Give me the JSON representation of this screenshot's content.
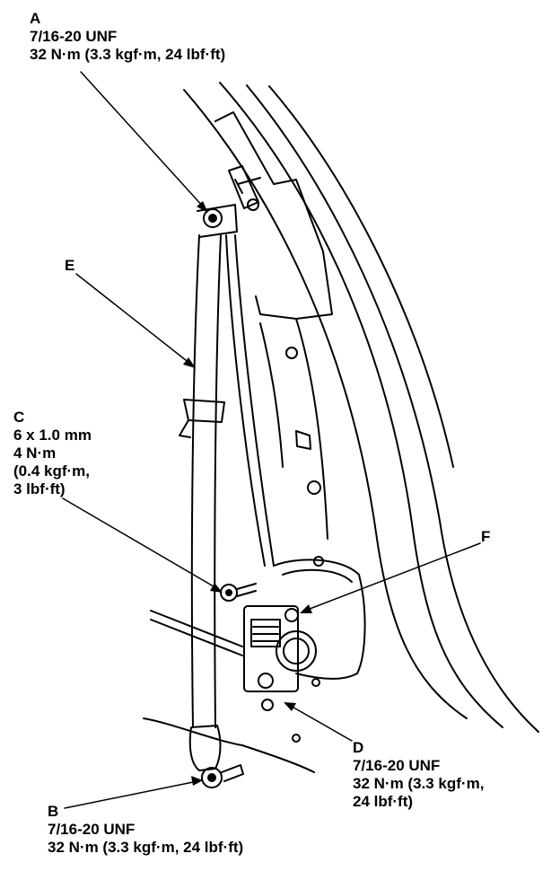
{
  "callouts": {
    "A": {
      "letter": "A",
      "lines": [
        "7/16-20 UNF",
        "32 N·m (3.3 kgf·m, 24 lbf·ft)"
      ]
    },
    "B": {
      "letter": "B",
      "lines": [
        "7/16-20 UNF",
        "32 N·m (3.3 kgf·m, 24 lbf·ft)"
      ]
    },
    "C": {
      "letter": "C",
      "lines": [
        "6 x 1.0 mm",
        "4 N·m",
        "(0.4 kgf·m,",
        "3 lbf·ft)"
      ]
    },
    "D": {
      "letter": "D",
      "lines": [
        "7/16-20 UNF",
        "32 N·m (3.3 kgf·m,",
        "24 lbf·ft)"
      ]
    },
    "E": {
      "letter": "E"
    },
    "F": {
      "letter": "F"
    }
  },
  "colors": {
    "ink": "#000000",
    "paper": "#ffffff"
  }
}
